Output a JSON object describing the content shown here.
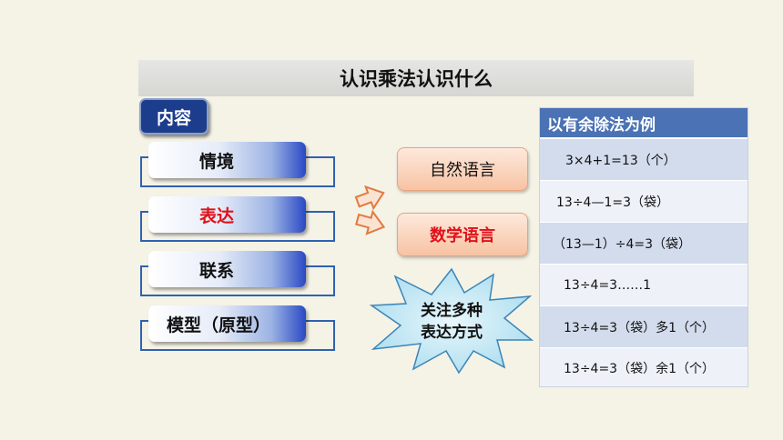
{
  "title": "认识乘法认识什么",
  "badge": "内容",
  "categories": [
    {
      "label": "情境"
    },
    {
      "label": "表达"
    },
    {
      "label": "联系"
    },
    {
      "label": "模型（原型）"
    }
  ],
  "languages": [
    {
      "label": "自然语言"
    },
    {
      "label": "数学语言"
    }
  ],
  "starburst": {
    "line1": "关注多种",
    "line2": "表达方式"
  },
  "example_table": {
    "header": "以有余除法为例",
    "rows": [
      "3×4+1=13（个）",
      "13÷4—1=3（袋）",
      "（13—1）÷4=3（袋）",
      "13÷4=3……1",
      "13÷4=3（袋）多1（个）",
      "13÷4=3（袋）余1（个）"
    ]
  },
  "colors": {
    "background": "#f5f2e6",
    "accent_blue": "#1c3d8c",
    "emphasis_red": "#e0101a",
    "table_header": "#4a72b4"
  }
}
